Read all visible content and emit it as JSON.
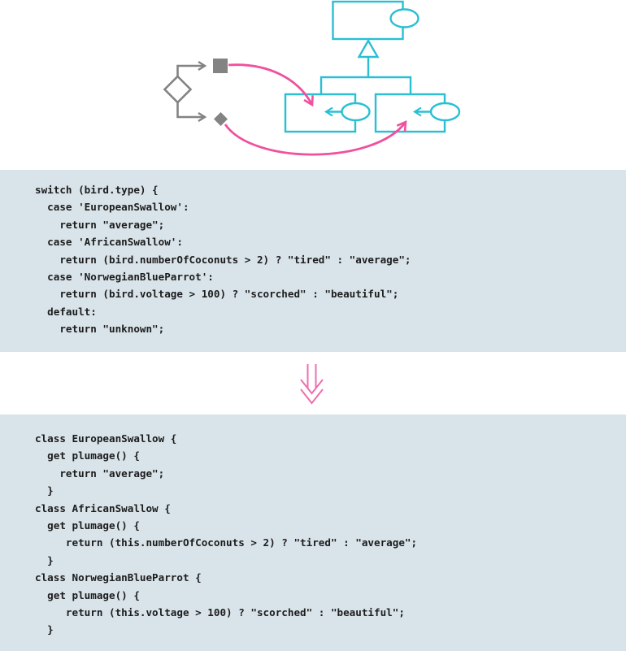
{
  "figure": {
    "title": "replace-conditional-with-polymorphism-refactoring",
    "colors": {
      "teal": "#2ABFD3",
      "pink": "#EF519E",
      "gray": "#838383",
      "code_bg": "#D9E4EA",
      "code_text": "#1C1C1C",
      "arrow_pink": "#EF6FAD"
    }
  },
  "diagram": {
    "shapes": [
      "conditional-diamond",
      "branch-square",
      "branch-diamond",
      "flow-connector-top",
      "flow-connector-bottom",
      "superclass-box",
      "superclass-method-ellipse",
      "generalization-triangle",
      "hierarchy-bracket",
      "subclass-box-left",
      "subclass-box-right",
      "method-ellipse-left",
      "method-ellipse-right",
      "method-move-arrow-left",
      "method-move-arrow-right",
      "morph-arrow-top",
      "morph-arrow-bottom"
    ]
  },
  "code_blocks": {
    "before": {
      "lines": [
        "switch (bird.type) {",
        "  case 'EuropeanSwallow':",
        "    return \"average\";",
        "  case 'AfricanSwallow':",
        "    return (bird.numberOfCoconuts > 2) ? \"tired\" : \"average\";",
        "  case 'NorwegianBlueParrot':",
        "    return (bird.voltage > 100) ? \"scorched\" : \"beautiful\";",
        "  default:",
        "    return \"unknown\";"
      ]
    },
    "after": {
      "lines": [
        "class EuropeanSwallow {",
        "  get plumage() {",
        "    return \"average\";",
        "  }",
        "class AfricanSwallow {",
        "  get plumage() {",
        "     return (this.numberOfCoconuts > 2) ? \"tired\" : \"average\";",
        "  }",
        "class NorwegianBlueParrot {",
        "  get plumage() {",
        "     return (this.voltage > 100) ? \"scorched\" : \"beautiful\";",
        "  }"
      ]
    }
  }
}
